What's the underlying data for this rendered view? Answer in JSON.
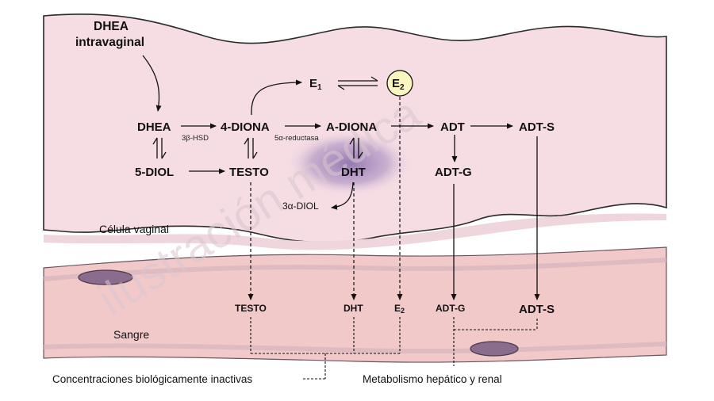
{
  "title_input": [
    "DHEA",
    "intravaginal"
  ],
  "nodes": {
    "dhea": "DHEA",
    "diona4": "4-DIONA",
    "adiona": "A-DIONA",
    "adt": "ADT",
    "adts": "ADT-S",
    "diol5": "5-DIOL",
    "testo": "TESTO",
    "dht": "DHT",
    "adtg": "ADT-G",
    "e1": "E",
    "e1_sub": "1",
    "e2": "E",
    "e2_sub": "2",
    "diol3a": "3α-DIOL"
  },
  "enzymes": {
    "hsd": "3β-HSD",
    "reductase": "5α-reductasa"
  },
  "regions": {
    "cell": "Célula vaginal",
    "blood": "Sangre"
  },
  "blood_nodes": {
    "testo": "TESTO",
    "dht": "DHT",
    "e2": "E",
    "e2_sub": "2",
    "adtg": "ADT-G",
    "adts": "ADT-S"
  },
  "captions": {
    "inactive": "Concentraciones biológicamente inactivas",
    "metabolism": "Metabolismo hepático y renal"
  },
  "watermark": "ilustración médica",
  "colors": {
    "cell_fill": "#f6dde4",
    "cell_stroke": "#2a2a2a",
    "vessel_fill": "#f2c9c9",
    "vessel_band": "#e8c8cf",
    "nucleus": "#9b7fb0",
    "rbc": "#8a6c8e",
    "e2_circle": "#fbf5c0"
  }
}
